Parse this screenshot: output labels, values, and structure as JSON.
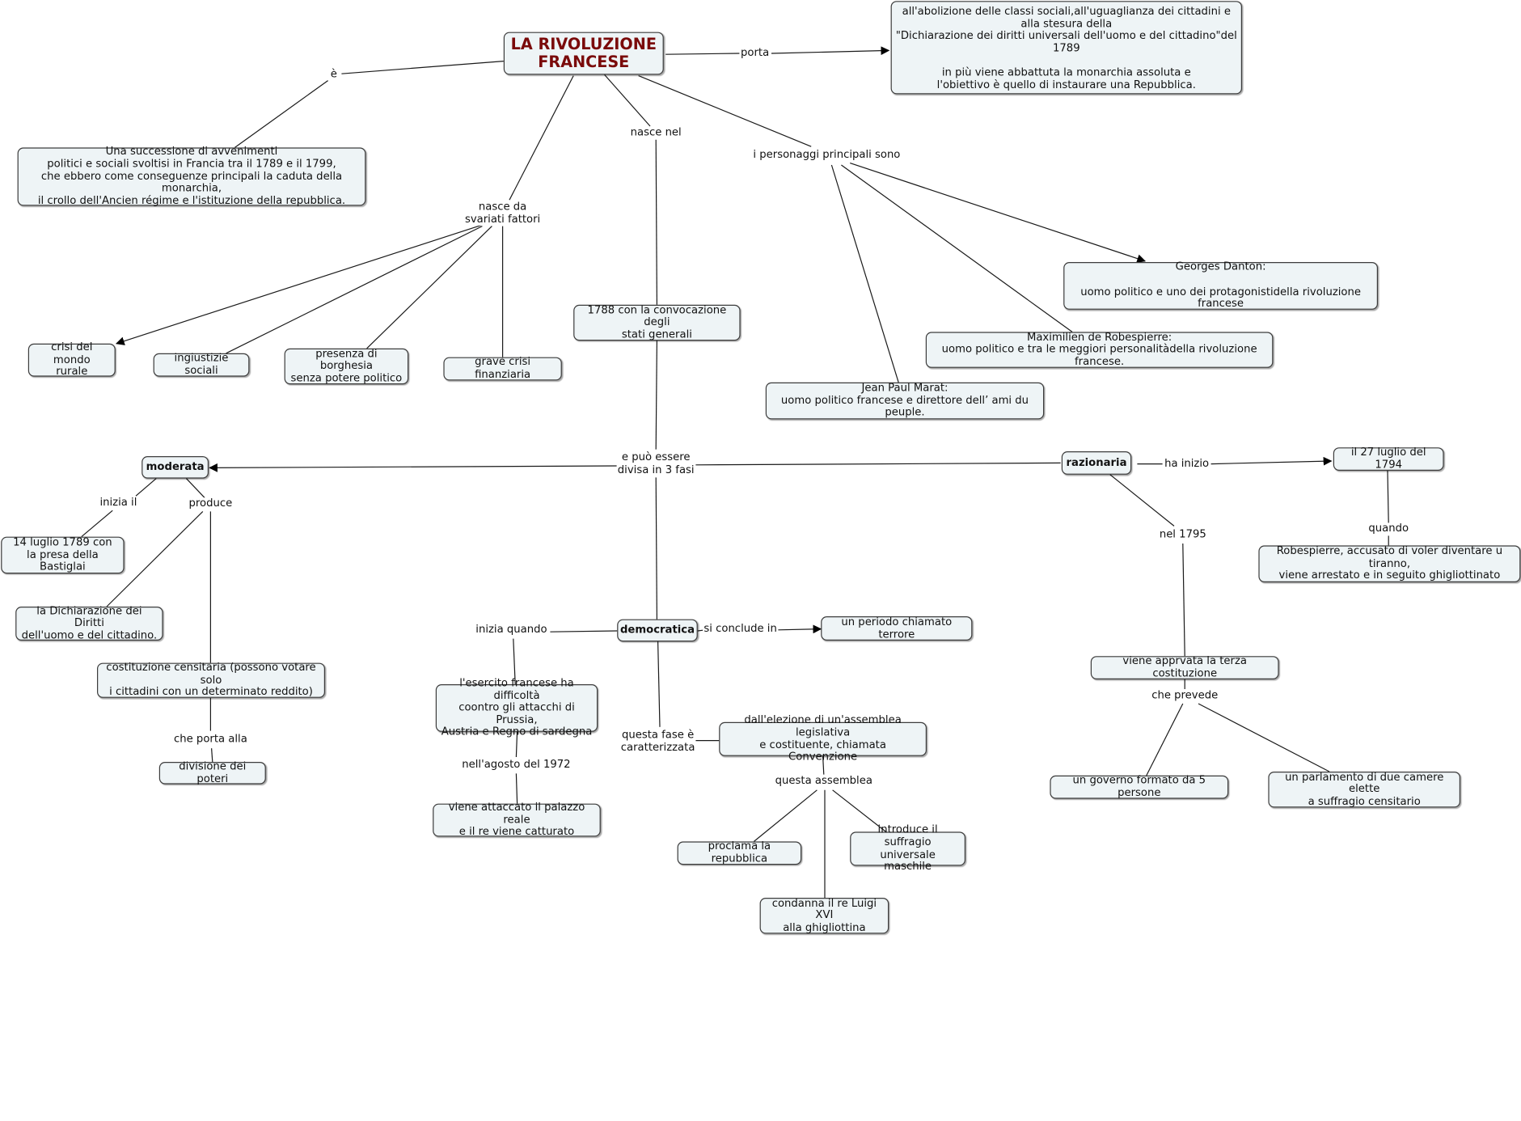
{
  "nodes": {
    "title": "LA RIVOLUZIONE\nFRANCESE",
    "definition": "Una successione di avvenimenti\npolitici e sociali svoltisi in Francia tra il 1789 e il 1799,\nche ebbero come conseguenze principali la caduta della monarchia,\nil crollo dell'Ancien régime e l'istituzione della repubblica.",
    "porta_result": "all'abolizione delle classi sociali,all'uguaglianza dei cittadini e\nalla stesura della\n\"Dichiarazione dei diritti universali dell'uomo e del cittadino\"del 1789\n\nin più viene abbattuta la monarchia assoluta e\nl'obiettivo è quello di instaurare una Repubblica.",
    "crisi_rurale": "crisi del mondo\nrurale",
    "ingiustizie": "ingiustizie sociali",
    "borghesia": "presenza di borghesia\nsenza potere politico",
    "crisi_finanziaria": "grave crisi finanziaria",
    "stati_generali": "1788 con la convocazione degli\nstati generali",
    "danton": "Georges Danton:\n\nuomo politico e uno dei protagonistidella rivoluzione francese",
    "robespierre": "Maximilien de Robespierre:\nuomo politico e tra le meggiori personalitàdella rivoluzione francese.",
    "marat": "Jean Paul Marat:\nuomo politico francese e direttore dell’ ami du peuple.",
    "moderata": "moderata",
    "razionaria": "razionaria",
    "luglio_1794": "il 27 luglio del 1794",
    "robespierre_arrest": "Robespierre, accusato di voler diventare u tiranno,\nviene arrestato e in seguito ghigliottinato",
    "bastiglia": "14 luglio 1789 con\nla presa della Bastiglai",
    "dichiarazione": "la Dichiarazione dei Diritti\ndell'uomo e del cittadino.",
    "censitaria": "costituzione censitaria (possono votare solo\ni cittadini con un determinato reddito)",
    "divisione": "divisione dei poteri",
    "democratica": "democratica",
    "terrore": "un periodo chiamato terrore",
    "esercito": "l'esercito francese ha difficoltà\ncoontro gli attacchi di Prussia,\nAustria e Regno di sardegna",
    "palazzo": "viene attaccato il palazzo reale\ne il re viene catturato",
    "convenzione": "dall'elezione di un'assemblea legislativa\ne costituente, chiamata Convenzione",
    "repubblica": "proclama la repubblica",
    "suffragio": "introduce il suffragio\nuniversale maschile",
    "luigi": "condanna il re Luigi XVI\nalla ghigliottina",
    "terza_cost": "viene apprvata la terza costituzione",
    "governo": "un governo formato da 5 persone",
    "parlamento": "un parlamento di due camere elette\na suffragio censitario"
  },
  "labels": {
    "e": "è",
    "porta": "porta",
    "nasce_nel": "nasce nel",
    "nasce_da": "nasce da\nsvariati fattori",
    "personaggi": "i personaggi principali sono",
    "tre_fasi": "e può essere\ndivisa in 3 fasi",
    "ha_inizio": "ha inizio",
    "quando": "quando",
    "nel_1795": "nel 1795",
    "inizia_il": "inizia il",
    "produce": "produce",
    "che_porta": "che porta alla",
    "inizia_quando": "inizia quando",
    "si_conclude": "si conclude in",
    "agosto": "nell'agosto del 1972",
    "questa_fase": "questa fase è\ncaratterizzata",
    "questa_assemblea": "questa assemblea",
    "che_prevede": "che prevede"
  }
}
